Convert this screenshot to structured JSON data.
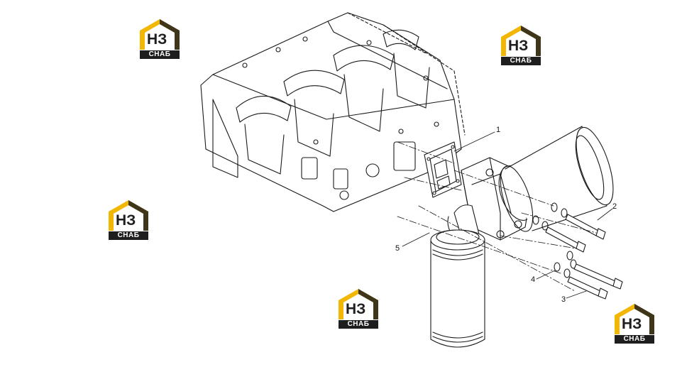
{
  "diagram": {
    "callouts": [
      {
        "id": "1",
        "label": "1"
      },
      {
        "id": "2",
        "label": "2"
      },
      {
        "id": "3",
        "label": "3"
      },
      {
        "id": "4",
        "label": "4"
      },
      {
        "id": "5",
        "label": "5"
      }
    ]
  },
  "watermark": {
    "top_text": "НЗ",
    "bottom_text": "СНАБ",
    "colors": {
      "yellow": "#f2b705",
      "dark": "#1e1e1e"
    }
  },
  "colors": {
    "line": "#1a1a1a",
    "background": "#ffffff"
  }
}
